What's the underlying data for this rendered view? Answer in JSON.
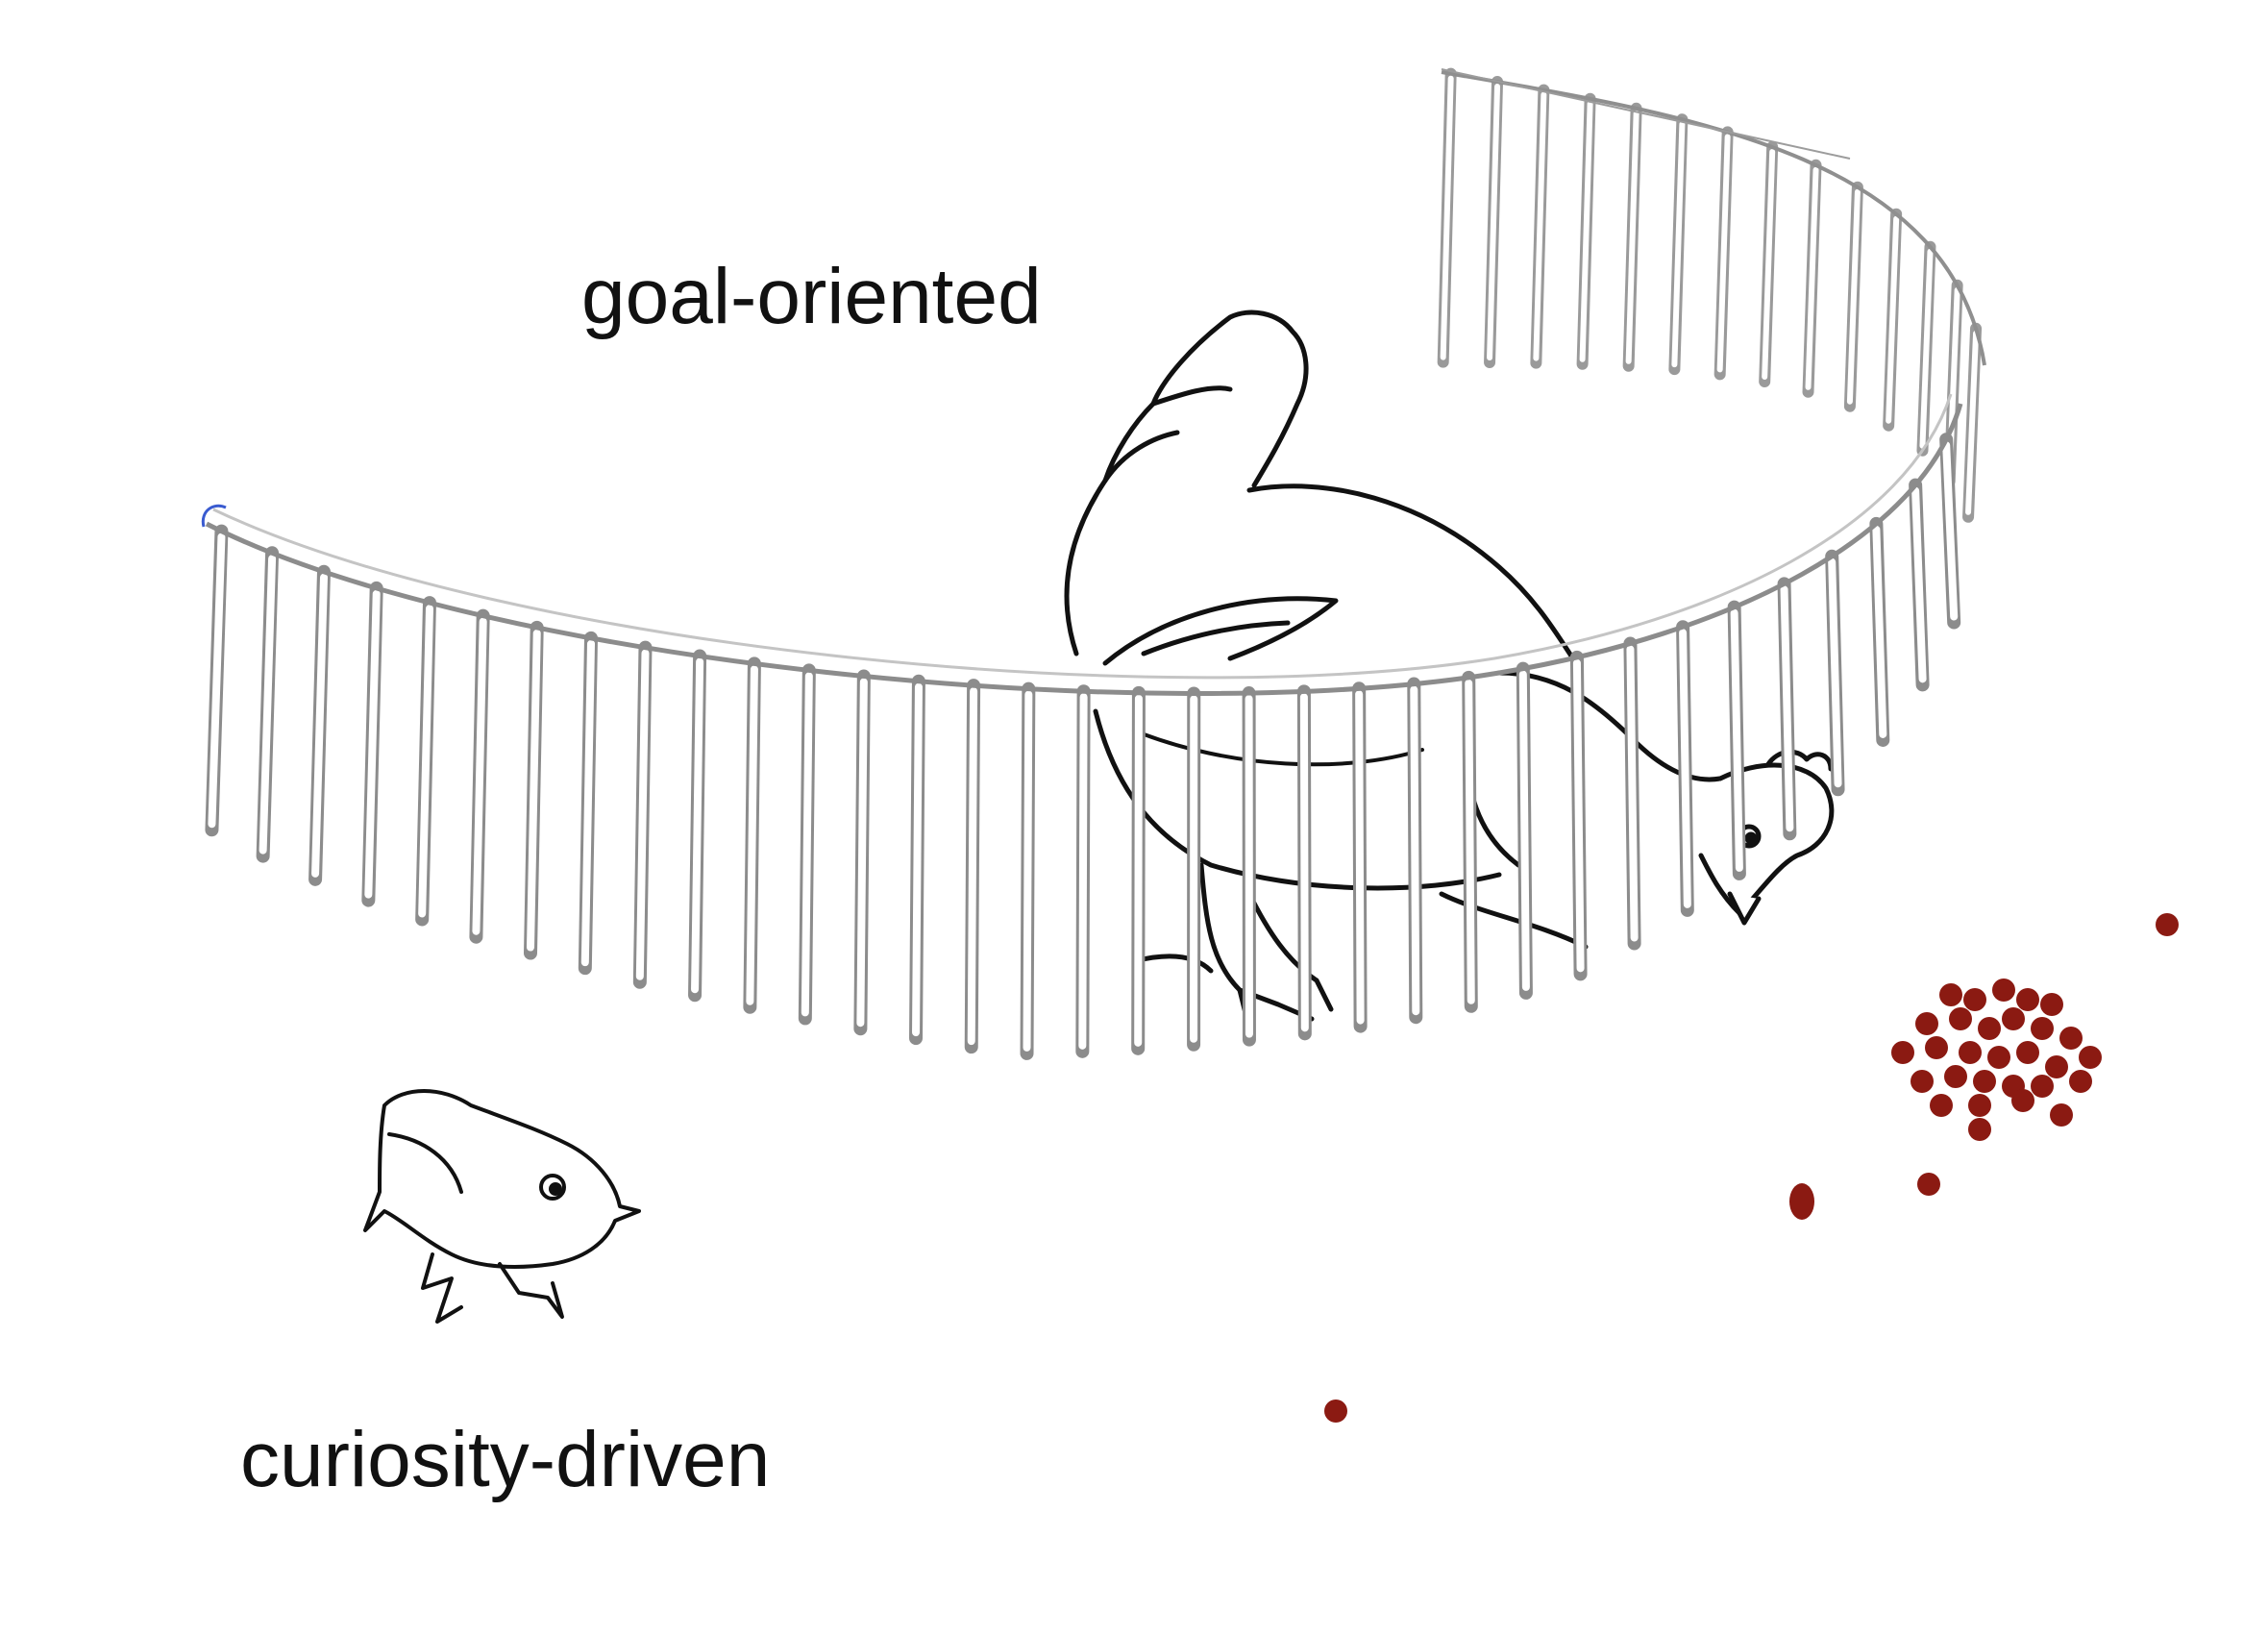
{
  "labels": {
    "goal_oriented": "goal-oriented",
    "curiosity_driven": "curiosity-driven"
  },
  "colors": {
    "food_pellets": "#8b1a12",
    "fence": "#9a9a9a",
    "line_art": "#111111"
  },
  "figures": {
    "hen": "adult chicken inside the fence, pecking toward the ground",
    "chick": "small chick outside the fence",
    "fence": "curved railing fence",
    "food": "cluster of dark red grain pellets"
  }
}
